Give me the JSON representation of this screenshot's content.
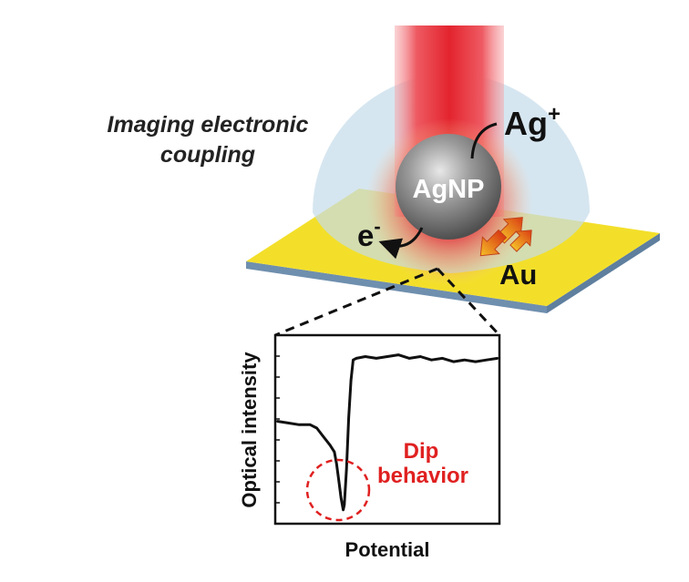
{
  "caption": {
    "line1": "Imaging electronic",
    "line2": "coupling"
  },
  "labels": {
    "particle": "AgNP",
    "ion": "Ag",
    "ion_charge": "+",
    "electron": "e",
    "electron_charge": "-",
    "substrate": "Au"
  },
  "annotation": {
    "line1": "Dip",
    "line2": "behavior",
    "color": "#e02020"
  },
  "colors": {
    "beam": "#e8313a",
    "substrate_top": "#f3df2a",
    "substrate_side": "#6f8fae",
    "dome": "#c5dbea",
    "particle": "#8a8a8a"
  },
  "chart_data": {
    "type": "line",
    "xlabel": "Potential",
    "ylabel": "Optical intensity",
    "xlim": [
      0,
      100
    ],
    "ylim": [
      0,
      100
    ],
    "series": [
      {
        "values": [
          [
            0,
            58
          ],
          [
            5,
            57
          ],
          [
            10,
            56
          ],
          [
            15,
            56
          ],
          [
            18,
            54
          ],
          [
            21,
            49
          ],
          [
            24,
            44
          ],
          [
            26,
            40
          ],
          [
            27,
            33
          ],
          [
            28,
            23
          ],
          [
            29,
            13
          ],
          [
            30,
            6
          ],
          [
            30.5,
            9
          ],
          [
            31.5,
            30
          ],
          [
            32.5,
            60
          ],
          [
            33.5,
            82
          ],
          [
            34.5,
            94
          ],
          [
            36,
            95
          ],
          [
            40,
            96
          ],
          [
            45,
            95
          ],
          [
            50,
            96
          ],
          [
            55,
            97
          ],
          [
            60,
            95
          ],
          [
            65,
            96
          ],
          [
            70,
            94
          ],
          [
            75,
            95
          ],
          [
            80,
            93
          ],
          [
            85,
            94
          ],
          [
            90,
            93
          ],
          [
            95,
            94
          ],
          [
            100,
            95
          ]
        ]
      }
    ]
  }
}
